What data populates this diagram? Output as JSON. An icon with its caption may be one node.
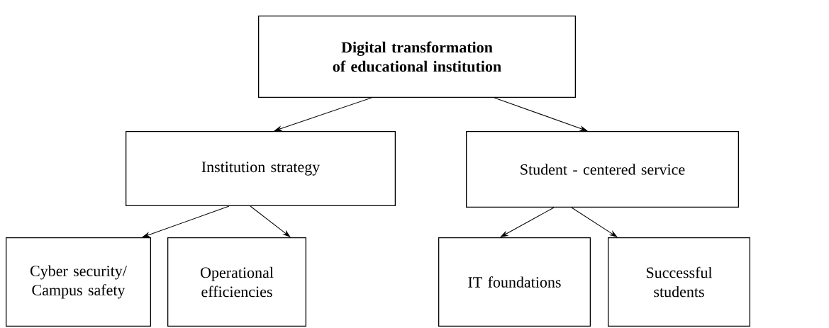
{
  "diagram": {
    "nodes": [
      {
        "text": [
          "Digital transformation of educational institution"
        ]
      },
      {
        "text": [
          "Institution strategy"
        ]
      },
      {
        "text": [
          "Student - centered service"
        ]
      },
      {
        "text": [
          "Cyber security/ Campus safety"
        ]
      },
      {
        "text": [
          "Operational efficiencies"
        ]
      },
      {
        "text": [
          "IT foundations"
        ]
      },
      {
        "text": [
          "Successful students"
        ]
      }
    ],
    "edges": [
      {
        "from": 0,
        "to": 1,
        "arrow": "to"
      },
      {
        "from": 0,
        "to": 2,
        "arrow": "to"
      },
      {
        "from": 1,
        "to": 3,
        "arrow": "to"
      },
      {
        "from": 1,
        "to": 4,
        "arrow": "to"
      },
      {
        "from": 2,
        "to": 5,
        "arrow": "to"
      },
      {
        "from": 2,
        "to": 6,
        "arrow": "to"
      }
    ]
  }
}
